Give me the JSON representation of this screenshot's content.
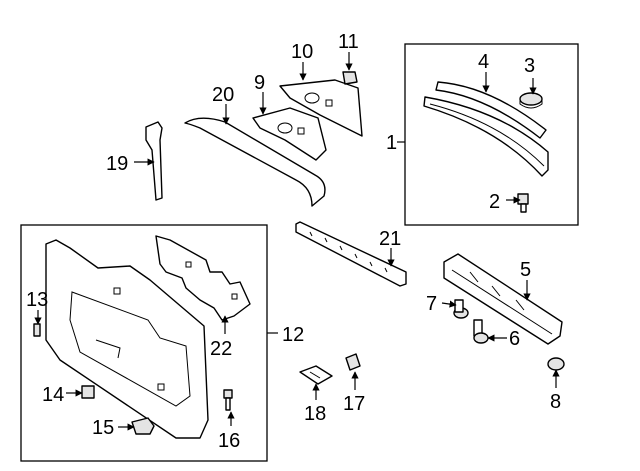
{
  "callouts": {
    "c1": "1",
    "c2": "2",
    "c3": "3",
    "c4": "4",
    "c5": "5",
    "c6": "6",
    "c7": "7",
    "c8": "8",
    "c9": "9",
    "c10": "10",
    "c11": "11",
    "c12": "12",
    "c13": "13",
    "c14": "14",
    "c15": "15",
    "c16": "16",
    "c17": "17",
    "c18": "18",
    "c19": "19",
    "c20": "20",
    "c21": "21",
    "c22": "22"
  },
  "colors": {
    "line": "#000000",
    "shade": "#e4e4e4",
    "background": "#ffffff"
  }
}
